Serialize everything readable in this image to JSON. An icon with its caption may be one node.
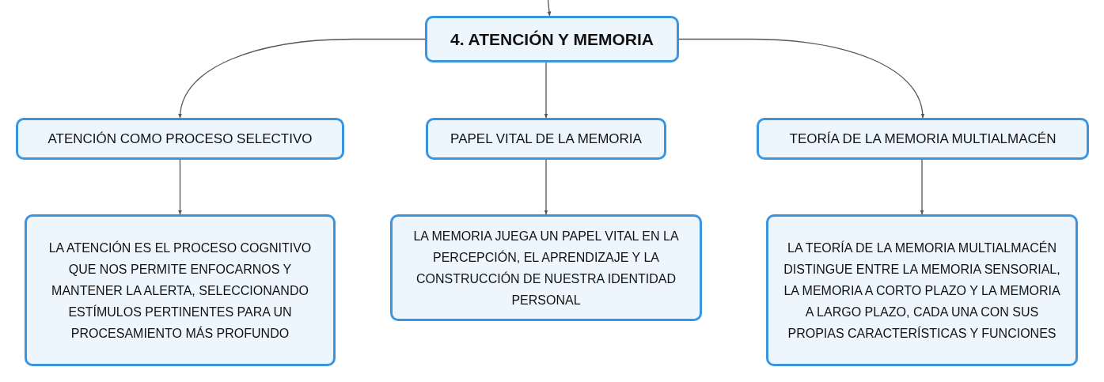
{
  "diagram": {
    "nodes": [
      {
        "text": [
          "4. ATENCIÓN Y MEMORIA"
        ]
      },
      {
        "text": [
          "ATENCIÓN COMO PROCESO SELECTIVO"
        ]
      },
      {
        "text": [
          "PAPEL VITAL DE LA MEMORIA"
        ]
      },
      {
        "text": [
          "TEORÍA DE LA MEMORIA MULTIALMACÉN"
        ]
      },
      {
        "text": [
          "LA ATENCIÓN ES EL PROCESO COGNITIVO QUE NOS PERMITE ENFOCARNOS Y MANTENER LA ALERTA, SELECCIONANDO ESTÍMULOS PERTINENTES PARA UN PROCESAMIENTO MÁS PROFUNDO"
        ]
      },
      {
        "text": [
          "LA MEMORIA JUEGA UN PAPEL VITAL EN LA PERCEPCIÓN, EL APRENDIZAJE Y LA CONSTRUCCIÓN DE NUESTRA IDENTIDAD PERSONAL"
        ]
      },
      {
        "text": [
          "LA TEORÍA DE LA MEMORIA MULTIALMACÉN DISTINGUE ENTRE LA MEMORIA SENSORIAL, LA MEMORIA A CORTO PLAZO Y LA MEMORIA A LARGO PLAZO, CADA UNA CON SUS PROPIAS CARACTERÍSTICAS Y FUNCIONES"
        ]
      }
    ],
    "edges": [
      {
        "from": null,
        "to": 0,
        "arrow": "to"
      },
      {
        "from": 0,
        "to": 1,
        "arrow": "to"
      },
      {
        "from": 0,
        "to": 2,
        "arrow": "to"
      },
      {
        "from": 0,
        "to": 3,
        "arrow": "to"
      },
      {
        "from": 1,
        "to": 4,
        "arrow": "to"
      },
      {
        "from": 2,
        "to": 5,
        "arrow": "to"
      },
      {
        "from": 3,
        "to": 6,
        "arrow": "to"
      }
    ]
  }
}
